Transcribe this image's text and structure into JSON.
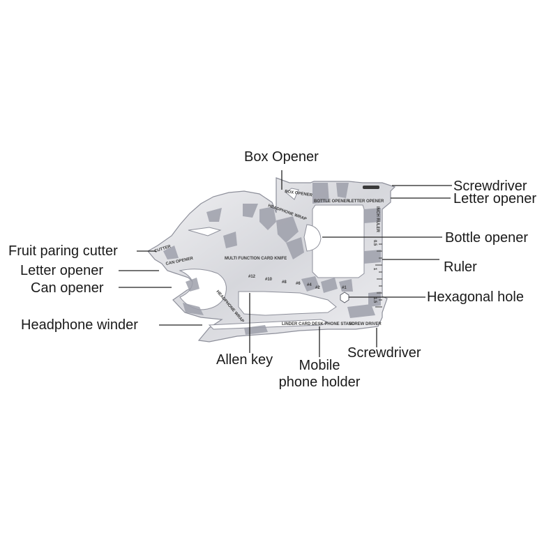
{
  "labels": {
    "box_opener": "Box Opener",
    "screwdriver_top": "Screwdriver",
    "letter_opener_right": "Letter opener",
    "bottle_opener": "Bottle opener",
    "ruler": "Ruler",
    "hexagonal_hole": "Hexagonal hole",
    "screwdriver_bottom": "Screwdriver",
    "mobile_phone_holder": "Mobile\nphone holder",
    "allen_key": "Allen key",
    "headphone_winder": "Headphone winder",
    "can_opener": "Can opener",
    "letter_opener_left": "Letter opener",
    "fruit_paring_cutter": "Fruit paring cutter"
  },
  "engravings": {
    "box_opener": "BOX OPENER",
    "bottle_opener": "BOTTLE OPENER",
    "letter_opener": "LETTER OPENER",
    "headphone_wrap": "HEADPHONE WRAP",
    "multi_function": "MULTI FUNCTION CARD KNIFE",
    "can_opener": "CAN OPENER",
    "cutter": "CUTTER",
    "headphone_wrap_2": "HEADPHONE WRAP",
    "phone_stand": "LINDER CARD DESK PHONE STAND",
    "screw_driver": "SCREW DRIVER",
    "inch_ruler": "INCH RULER",
    "ruler_half": "0.5",
    "ruler_one": "1",
    "ruler_one_half": "1.5",
    "hex_12": "#12",
    "hex_10": "#10",
    "hex_8": "#8",
    "hex_6": "#6",
    "hex_4": "#4",
    "hex_2": "#2",
    "hex_1": "#1"
  },
  "colors": {
    "steel_light": "#e9e9ec",
    "steel_mid": "#c9cad0",
    "steel_dark": "#8d8f9a",
    "steel_stripe": "#9ea0ab",
    "leader_line": "#222222"
  }
}
